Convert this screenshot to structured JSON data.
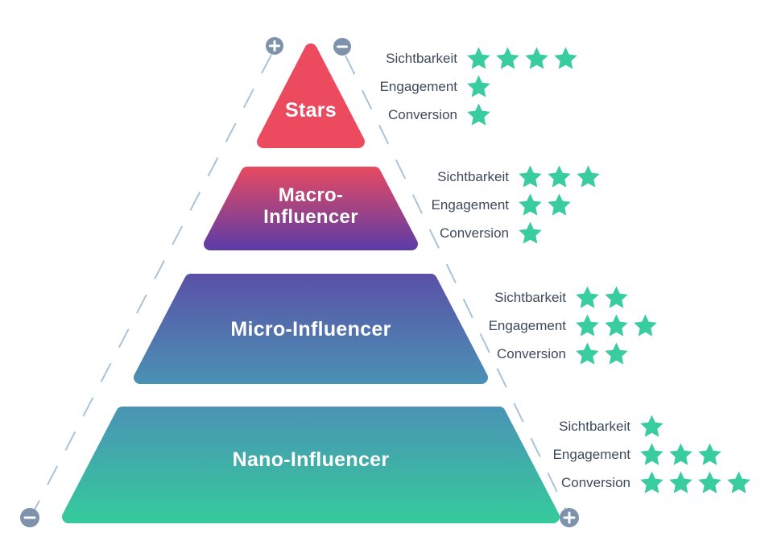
{
  "diagram": {
    "type": "influencer-pyramid",
    "star_color": "#38cc9e",
    "icon_color": "#7e93ab",
    "dash_color": "#a9c3d9",
    "label_color": "#3e495b",
    "tiers": [
      {
        "name": "Stars",
        "label_lines": [
          "Stars"
        ],
        "colors": {
          "top": "#ec4a5f",
          "bottom": "#ec4a5f"
        },
        "ratings": [
          {
            "label": "Sichtbarkeit",
            "stars": 4
          },
          {
            "label": "Engagement",
            "stars": 1
          },
          {
            "label": "Conversion",
            "stars": 1
          }
        ]
      },
      {
        "name": "Macro-Influencer",
        "label_lines": [
          "Macro-",
          "Influencer"
        ],
        "colors": {
          "top": "#e84a60",
          "bottom": "#5b3ca7"
        },
        "ratings": [
          {
            "label": "Sichtbarkeit",
            "stars": 3
          },
          {
            "label": "Engagement",
            "stars": 2
          },
          {
            "label": "Conversion",
            "stars": 1
          }
        ]
      },
      {
        "name": "Micro-Influencer",
        "label_lines": [
          "Micro-Influencer"
        ],
        "colors": {
          "top": "#5a50a7",
          "bottom": "#4a92b4"
        },
        "ratings": [
          {
            "label": "Sichtbarkeit",
            "stars": 2
          },
          {
            "label": "Engagement",
            "stars": 3
          },
          {
            "label": "Conversion",
            "stars": 2
          }
        ]
      },
      {
        "name": "Nano-Influencer",
        "label_lines": [
          "Nano-Influencer"
        ],
        "colors": {
          "top": "#4a93b5",
          "bottom": "#35cb9b"
        },
        "ratings": [
          {
            "label": "Sichtbarkeit",
            "stars": 1
          },
          {
            "label": "Engagement",
            "stars": 3
          },
          {
            "label": "Conversion",
            "stars": 4
          }
        ]
      }
    ],
    "axes": {
      "left": {
        "top": "plus",
        "bottom": "minus"
      },
      "right": {
        "top": "minus",
        "bottom": "plus"
      }
    }
  }
}
